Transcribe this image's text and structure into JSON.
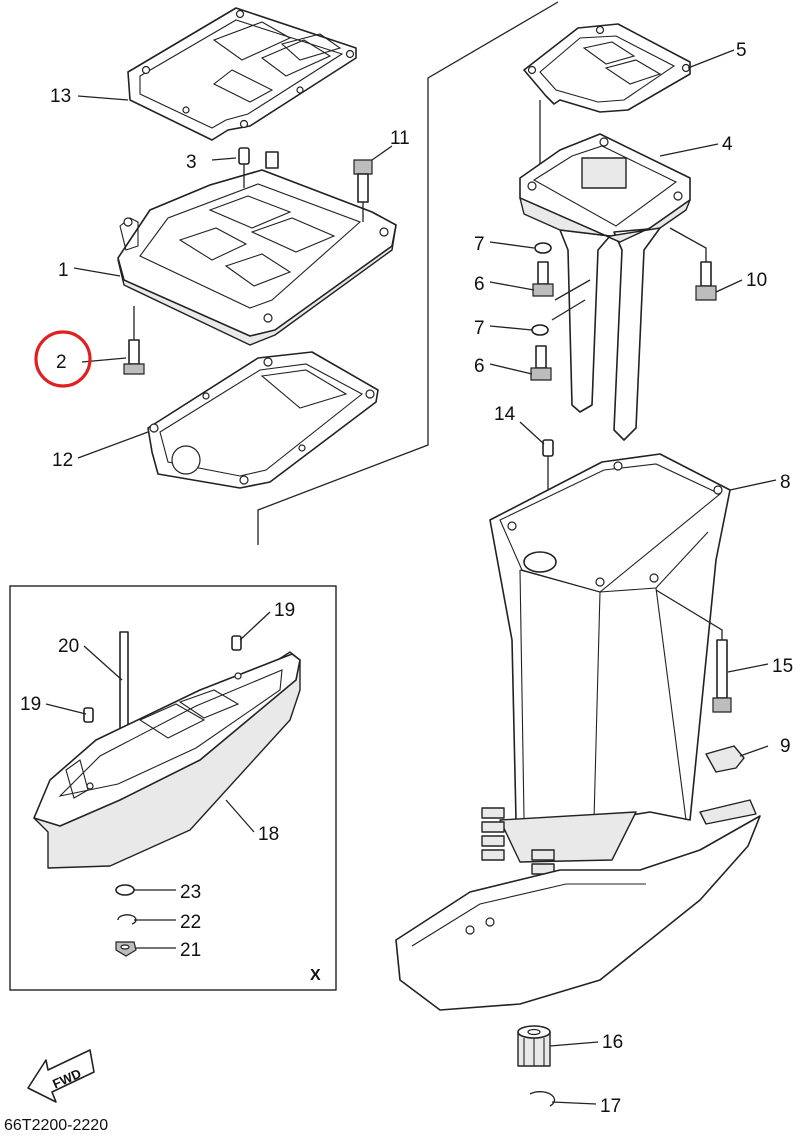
{
  "diagram": {
    "drawing_number": "66T2200-2220",
    "fwd_label": "FWD",
    "inset_label": "X",
    "highlight_color": "#e02020",
    "highlighted_part": "2",
    "callouts": [
      {
        "id": "c1",
        "label": "1"
      },
      {
        "id": "c2",
        "label": "2"
      },
      {
        "id": "c3",
        "label": "3"
      },
      {
        "id": "c4",
        "label": "4"
      },
      {
        "id": "c5",
        "label": "5"
      },
      {
        "id": "c6a",
        "label": "6"
      },
      {
        "id": "c6b",
        "label": "6"
      },
      {
        "id": "c7a",
        "label": "7"
      },
      {
        "id": "c7b",
        "label": "7"
      },
      {
        "id": "c8",
        "label": "8"
      },
      {
        "id": "c9",
        "label": "9"
      },
      {
        "id": "c10",
        "label": "10"
      },
      {
        "id": "c11",
        "label": "11"
      },
      {
        "id": "c12",
        "label": "12"
      },
      {
        "id": "c13",
        "label": "13"
      },
      {
        "id": "c14",
        "label": "14"
      },
      {
        "id": "c15",
        "label": "15"
      },
      {
        "id": "c16",
        "label": "16"
      },
      {
        "id": "c17",
        "label": "17"
      },
      {
        "id": "c18",
        "label": "18"
      },
      {
        "id": "c19a",
        "label": "19"
      },
      {
        "id": "c19b",
        "label": "19"
      },
      {
        "id": "c20",
        "label": "20"
      },
      {
        "id": "c21",
        "label": "21"
      },
      {
        "id": "c22",
        "label": "22"
      },
      {
        "id": "c23",
        "label": "23"
      }
    ]
  }
}
